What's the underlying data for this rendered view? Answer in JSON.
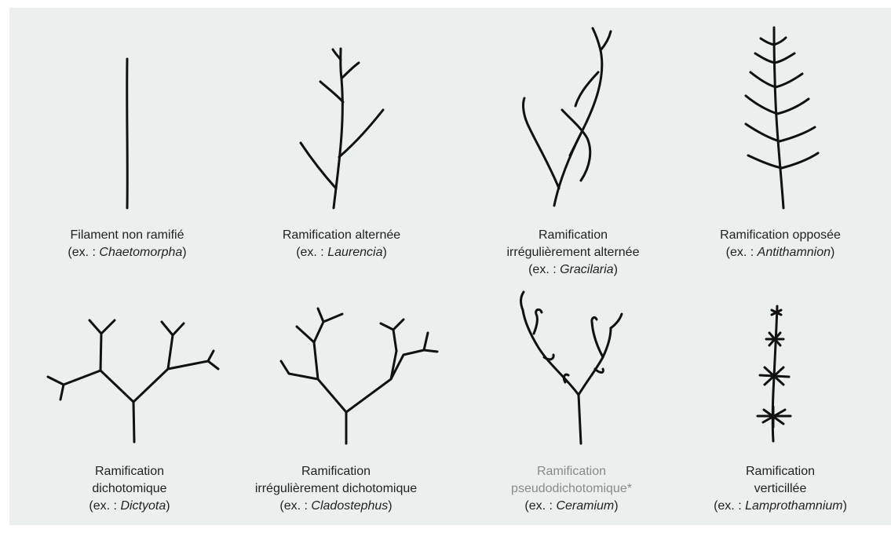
{
  "figure": {
    "background": "#ebefee",
    "stroke_color": "#111111",
    "muted_text_color": "#8a8a8a",
    "items": [
      {
        "id": "filament-non-ramifie",
        "lines": [
          "Filament non ramifié"
        ],
        "example_prefix": "(ex. : ",
        "genus": "Chaetomorpha",
        "example_suffix": ")",
        "muted": false
      },
      {
        "id": "ramification-alternee",
        "lines": [
          "Ramification alternée"
        ],
        "example_prefix": "(ex. : ",
        "genus": "Laurencia",
        "example_suffix": ")",
        "muted": false
      },
      {
        "id": "ramification-irregulierement-alternee",
        "lines": [
          "Ramification",
          "irrégulièrement alternée"
        ],
        "example_prefix": "(ex. : ",
        "genus": "Gracilaria",
        "example_suffix": ")",
        "muted": false
      },
      {
        "id": "ramification-opposee",
        "lines": [
          "Ramification opposée"
        ],
        "example_prefix": "(ex. : ",
        "genus": "Antithamnion",
        "example_suffix": ")",
        "muted": false
      },
      {
        "id": "ramification-dichotomique",
        "lines": [
          "Ramification",
          "dichotomique"
        ],
        "example_prefix": "(ex. : ",
        "genus": "Dictyota",
        "example_suffix": ")",
        "muted": false
      },
      {
        "id": "ramification-irregulierement-dichotomique",
        "lines": [
          "Ramification",
          "irrégulièrement dichotomique"
        ],
        "example_prefix": "(ex. : ",
        "genus": "Cladostephus",
        "example_suffix": ")",
        "muted": false
      },
      {
        "id": "ramification-pseudodichotomique",
        "lines": [
          "Ramification",
          "pseudodichotomique*"
        ],
        "example_prefix": "(ex. : ",
        "genus": "Ceramium",
        "example_suffix": ")",
        "muted": true
      },
      {
        "id": "ramification-verticillee",
        "lines": [
          "Ramification",
          "verticillée"
        ],
        "example_prefix": "(ex. : ",
        "genus": "Lamprothamnium",
        "example_suffix": ")",
        "muted": false
      }
    ]
  }
}
